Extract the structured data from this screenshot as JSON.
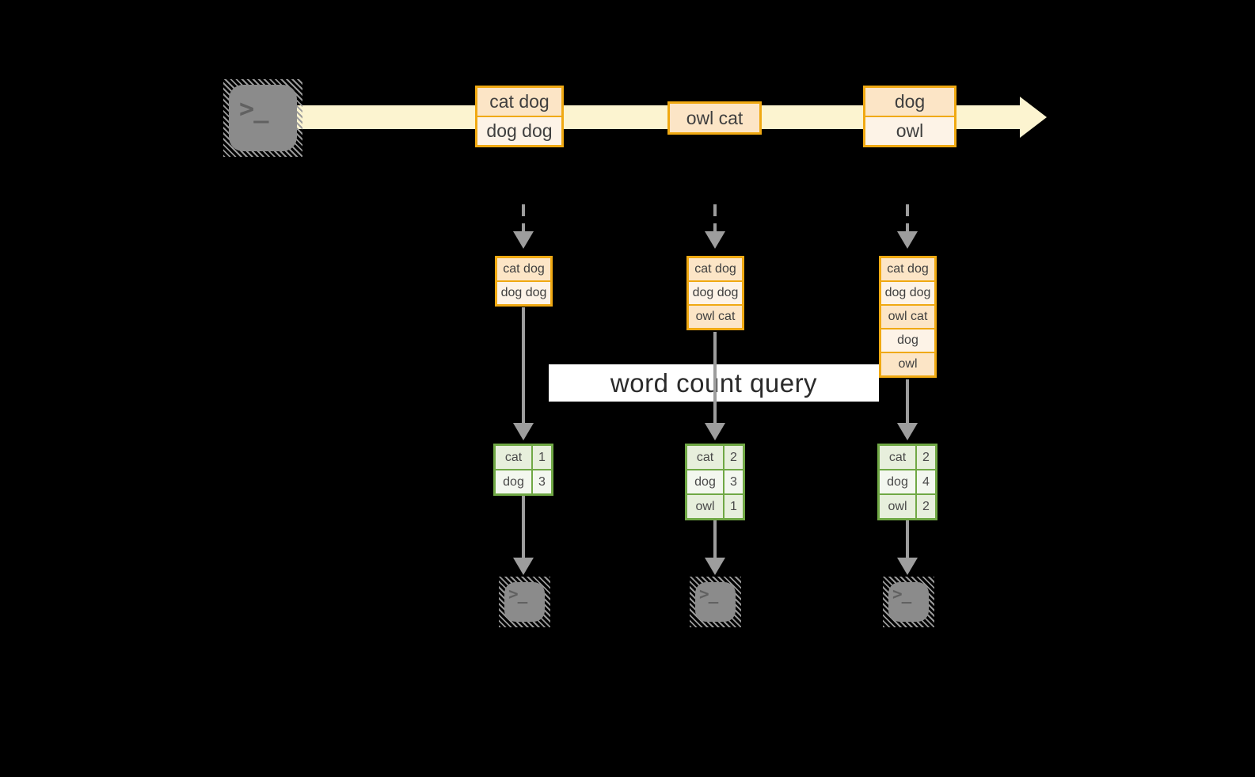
{
  "prompt_glyph": ">_",
  "query_label": "word count query",
  "colors": {
    "background": "#000000",
    "stream_band": "#fcf4d0",
    "orange_border": "#f0a912",
    "orange_cell_dark": "#fce5c6",
    "orange_cell_light": "#fdf3e7",
    "green_border": "#70a845",
    "green_cell_dark": "#e7efdc",
    "green_cell_light": "#f3f7ef",
    "arrow_gray": "#9d9d9d",
    "terminal_fill": "#8b8b8b",
    "label_bg": "#ffffff",
    "label_text": "#2b2b2b"
  },
  "stream": {
    "batches": [
      {
        "lines": [
          "cat dog",
          "dog dog"
        ]
      },
      {
        "lines": [
          "owl cat"
        ]
      },
      {
        "lines": [
          "dog",
          "owl"
        ]
      }
    ]
  },
  "columns": [
    {
      "state": [
        "cat dog",
        "dog dog"
      ],
      "counts": [
        {
          "word": "cat",
          "value": 1
        },
        {
          "word": "dog",
          "value": 3
        }
      ]
    },
    {
      "state": [
        "cat dog",
        "dog dog",
        "owl cat"
      ],
      "counts": [
        {
          "word": "cat",
          "value": 2
        },
        {
          "word": "dog",
          "value": 3
        },
        {
          "word": "owl",
          "value": 1
        }
      ]
    },
    {
      "state": [
        "cat dog",
        "dog dog",
        "owl cat",
        "dog",
        "owl"
      ],
      "counts": [
        {
          "word": "cat",
          "value": 2
        },
        {
          "word": "dog",
          "value": 4
        },
        {
          "word": "owl",
          "value": 2
        }
      ]
    }
  ]
}
